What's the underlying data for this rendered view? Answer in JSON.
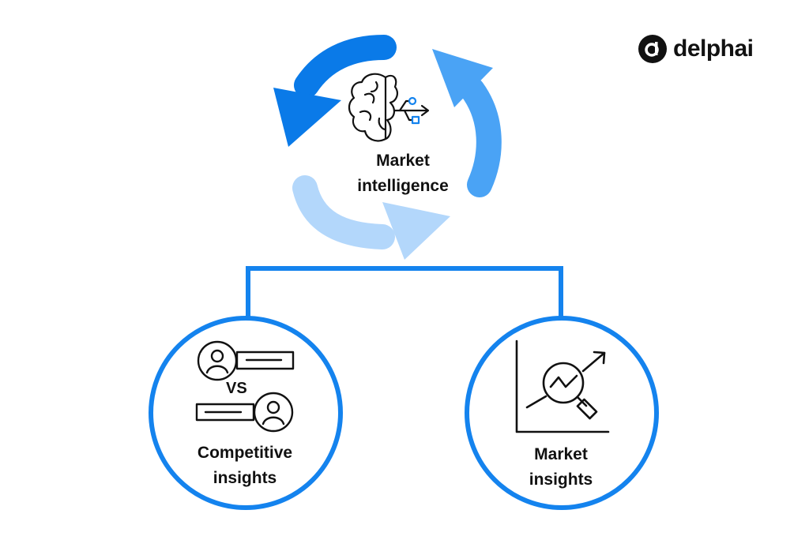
{
  "logo": {
    "text": "delphai",
    "mark_icon": "delphai-logo-icon"
  },
  "center": {
    "title_line1": "Market",
    "title_line2": "intelligence",
    "icon": "brain-usb-icon"
  },
  "branches": [
    {
      "title_line1": "Competitive",
      "title_line2": "insights",
      "icon": "profiles-versus-icon",
      "versus_text": "VS"
    },
    {
      "title_line1": "Market",
      "title_line2": "insights",
      "icon": "chart-magnifier-icon"
    }
  ],
  "colors": {
    "arrow_dark": "#0a7ae8",
    "arrow_medium": "#4aa3f5",
    "arrow_light": "#b3d7fb",
    "circle_stroke": "#1483ee",
    "connector": "#1483ee",
    "icon_accent": "#1483ee",
    "text": "#111111"
  }
}
